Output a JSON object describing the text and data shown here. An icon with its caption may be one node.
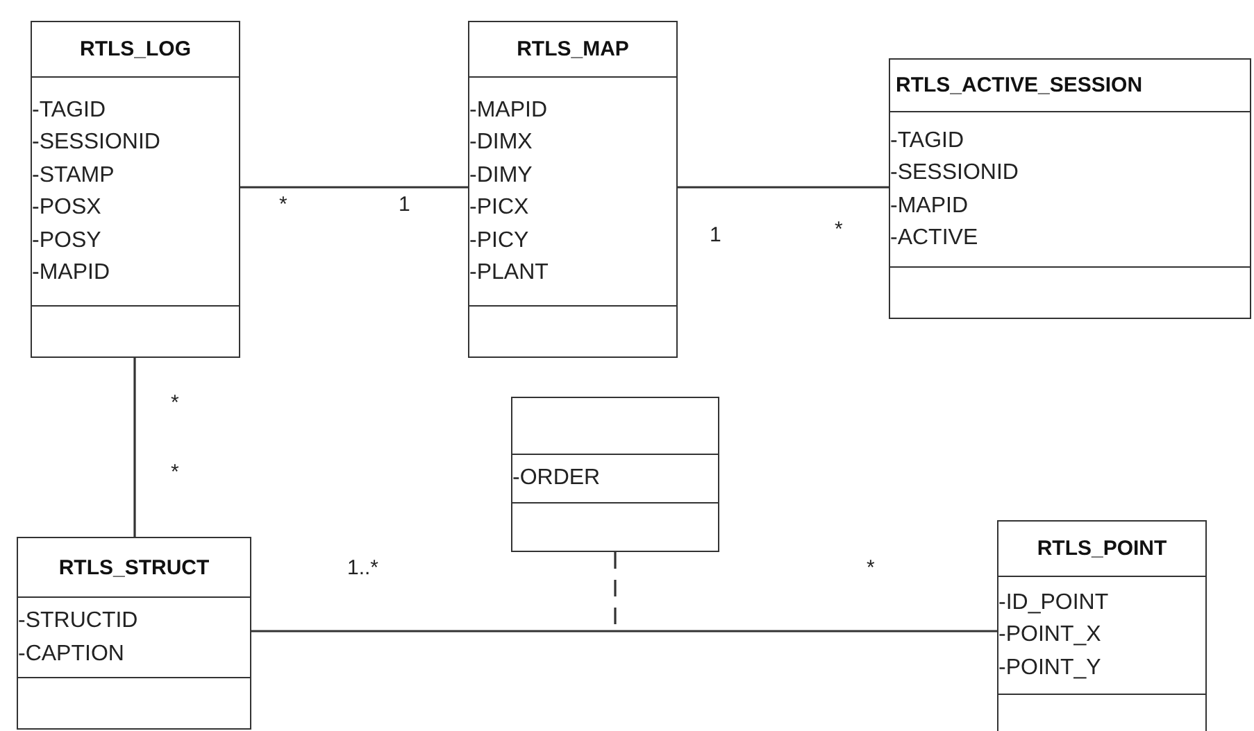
{
  "diagram": {
    "nodes": [
      {
        "text": [
          "RTLS_LOG",
          "-TAGID",
          "-SESSIONID",
          "-STAMP",
          "-POSX",
          "-POSY",
          "-MAPID"
        ]
      },
      {
        "text": [
          "RTLS_MAP",
          "-MAPID",
          "-DIMX",
          "-DIMY",
          "-PICX",
          "-PICY",
          "-PLANT"
        ]
      },
      {
        "text": [
          "RTLS_ACTIVE_SESSION",
          "-TAGID",
          "-SESSIONID",
          "-MAPID",
          "-ACTIVE"
        ]
      },
      {
        "text": [
          "-ORDER"
        ]
      },
      {
        "text": [
          "RTLS_STRUCT",
          "-STRUCTID",
          "-CAPTION"
        ]
      },
      {
        "text": [
          "RTLS_POINT",
          "-ID_POINT",
          "-POINT_X",
          "-POINT_Y"
        ]
      }
    ],
    "edges": [
      {
        "from": 0,
        "to": 1,
        "arrow": "none"
      },
      {
        "from": 1,
        "to": 2,
        "arrow": "none"
      },
      {
        "from": 0,
        "to": 4,
        "arrow": "none"
      },
      {
        "from": 4,
        "to": 5,
        "arrow": "none"
      },
      {
        "from": 3,
        "to": null,
        "arrow": "none",
        "style": "dashed"
      }
    ],
    "labels": [
      "*",
      "1",
      "1",
      "*",
      "*",
      "*",
      "1..*",
      "*"
    ]
  }
}
